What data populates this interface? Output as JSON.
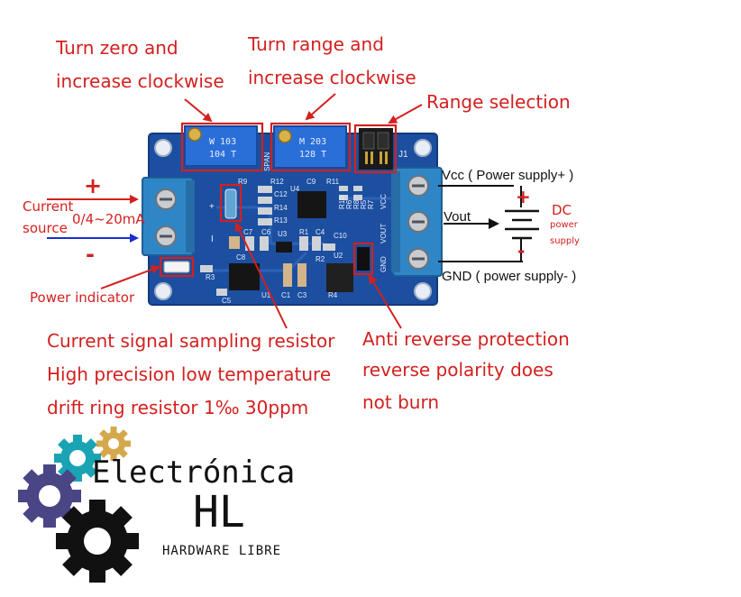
{
  "annotations": {
    "zero_line1": "Turn zero and",
    "zero_line2": "increase clockwise",
    "range_line1": "Turn range and",
    "range_line2": "increase clockwise",
    "range_selection": "Range selection",
    "current_source_line1": "Current",
    "current_source_line2": "source",
    "current_range": "0/4~20mA",
    "plus": "+",
    "minus": "-",
    "power_indicator": "Power indicator",
    "sampling_line1": "Current signal sampling resistor",
    "sampling_line2": "High precision low temperature",
    "sampling_line3": "drift ring resistor 1‰ 30ppm",
    "anti_line1": "Anti reverse protection",
    "anti_line2": "reverse polarity does",
    "anti_line3": "not burn"
  },
  "outputs": {
    "vcc": "Vcc ( Power supply+ )",
    "vout": "Vout",
    "gnd": "GND ( power supply- )",
    "dc": "DC",
    "power": "power",
    "supply": "supply",
    "plus": "+",
    "minus": "-"
  },
  "board": {
    "pot1_top": "W  103",
    "pot1_bot": "104  T",
    "pot2_top": "M  203",
    "pot2_bot": "128  T",
    "span": "SPAN",
    "j1": "J1",
    "r9": "R9",
    "r12": "R12",
    "c9": "C9",
    "u4": "U4",
    "r11": "R11",
    "r10": "R10",
    "r6": "R6",
    "r8": "R8",
    "r5": "R5",
    "r7": "R7",
    "vcc_silk": "VCC",
    "vout_silk": "VOUT",
    "gnd_silk": "GND",
    "c12": "C12",
    "r14": "R14",
    "r13": "R13",
    "c7": "C7",
    "c6": "C6",
    "u3": "U3",
    "r1": "R1",
    "c4": "C4",
    "c10": "C10",
    "c8": "C8",
    "r2": "R2",
    "u2": "U2",
    "r3": "R3",
    "u1": "U1",
    "c1": "C1",
    "c3": "C3",
    "c5": "C5",
    "r4": "R4",
    "plus_silk": "+",
    "i_silk": "I"
  },
  "logo": {
    "name": "Electrónica",
    "initials": "HL",
    "tagline": "HARDWARE LIBRE"
  },
  "colors": {
    "annotation": "#d3201f",
    "pcb": "#1c4fa0",
    "terminal": "#2f86c6",
    "trimmer": "#2a6fd8",
    "gear_teal": "#1aa3b3",
    "gear_gold": "#d5a84c",
    "gear_purple": "#4a4585",
    "gear_black": "#111111",
    "arrow_blue": "#1a2fd1"
  }
}
